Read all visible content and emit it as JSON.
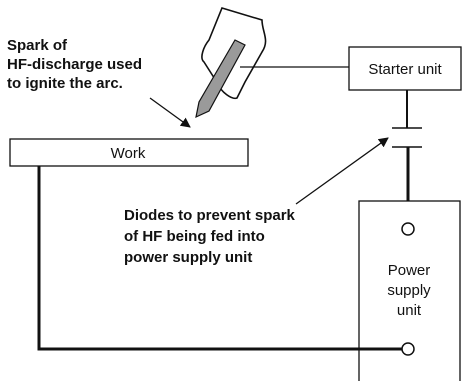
{
  "annotations": {
    "spark_note": [
      "Spark of",
      "HF-discharge used",
      "to ignite the arc."
    ],
    "diode_note": [
      "Diodes to prevent spark",
      "of HF being fed into",
      "power supply unit"
    ]
  },
  "boxes": {
    "work": "Work",
    "starter": "Starter unit",
    "power_supply": [
      "Power",
      "supply",
      "unit"
    ]
  },
  "colors": {
    "stroke": "#111111",
    "torch_fill": "#ffffff",
    "electrode_fill": "#9a9a9a"
  }
}
